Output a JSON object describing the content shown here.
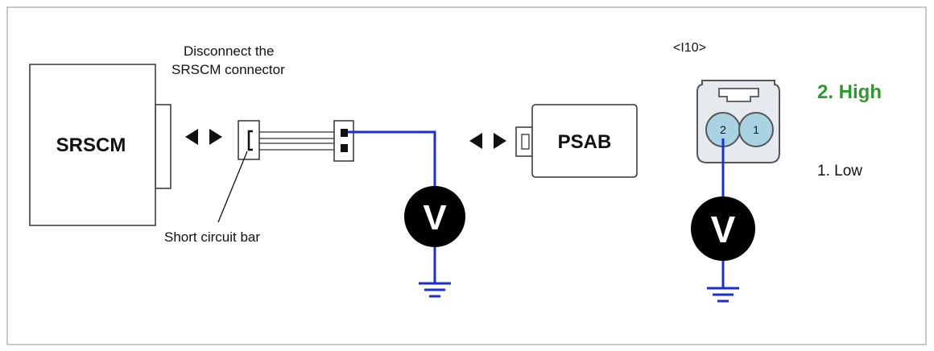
{
  "modules": {
    "srscm": "SRSCM",
    "psab": "PSAB"
  },
  "callouts": {
    "disconnect_line1": "Disconnect the",
    "disconnect_line2": "SRSCM connector",
    "short_bar": "Short circuit bar"
  },
  "connector": {
    "id": "<I10>",
    "pin2": "2",
    "pin1": "1"
  },
  "terminals": {
    "high": "2. High",
    "low": "1. Low"
  },
  "meter": {
    "symbol": "V"
  },
  "colors": {
    "wire": "#1a2fd6",
    "high_label": "#2e9a2e",
    "pin_fill": "#a9d3e2",
    "connector_fill": "#e6eaee",
    "frame": "#b5b5b5"
  }
}
